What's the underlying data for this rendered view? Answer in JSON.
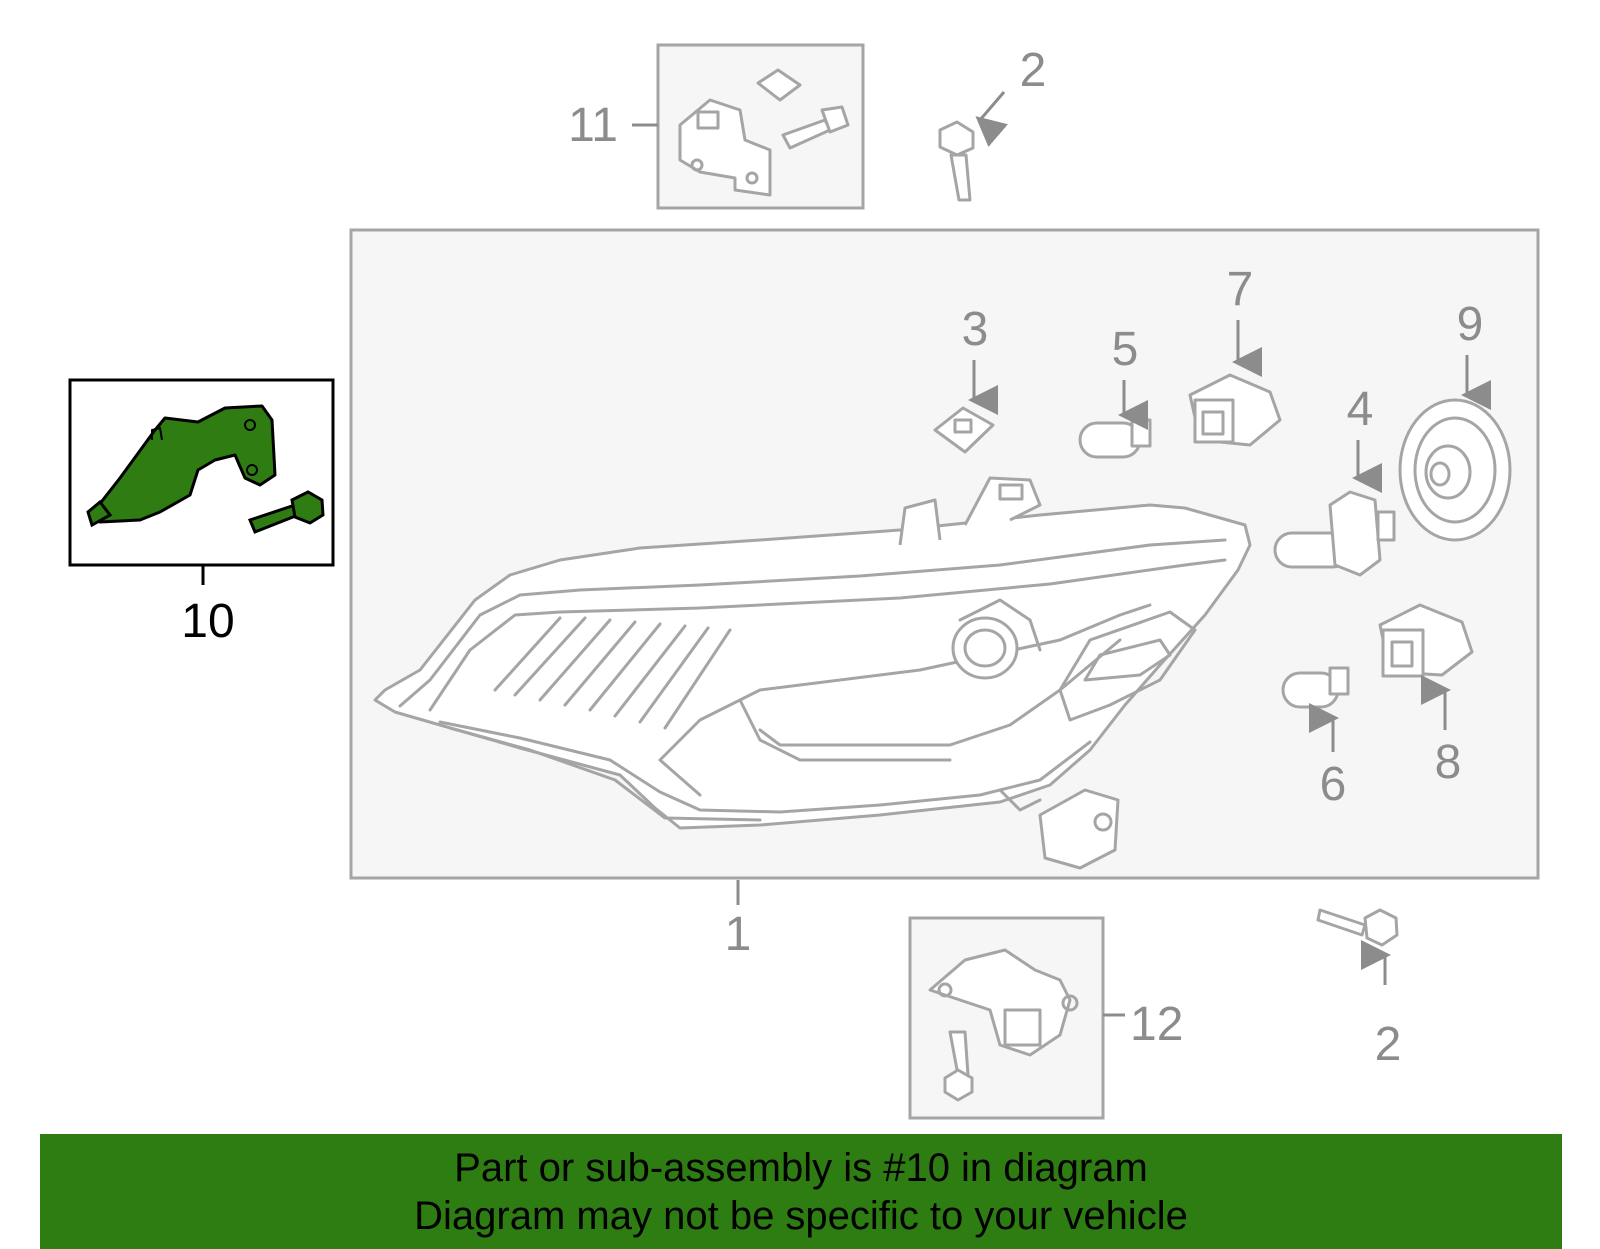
{
  "colors": {
    "highlight_fill": "#2f7d12",
    "banner_bg": "#2e7d12",
    "part_stroke": "#a5a5a5",
    "callout_text": "#8c8c8c",
    "box_bg": "#f6f6f6"
  },
  "callouts": {
    "c1": "1",
    "c2_top": "2",
    "c2_bottom": "2",
    "c3": "3",
    "c4": "4",
    "c5": "5",
    "c6": "6",
    "c7": "7",
    "c8": "8",
    "c9": "9",
    "c10": "10",
    "c11": "11",
    "c12": "12"
  },
  "banner": {
    "line1": "Part or sub-assembly is #10 in diagram",
    "line2": "Diagram may not be specific to your vehicle"
  }
}
